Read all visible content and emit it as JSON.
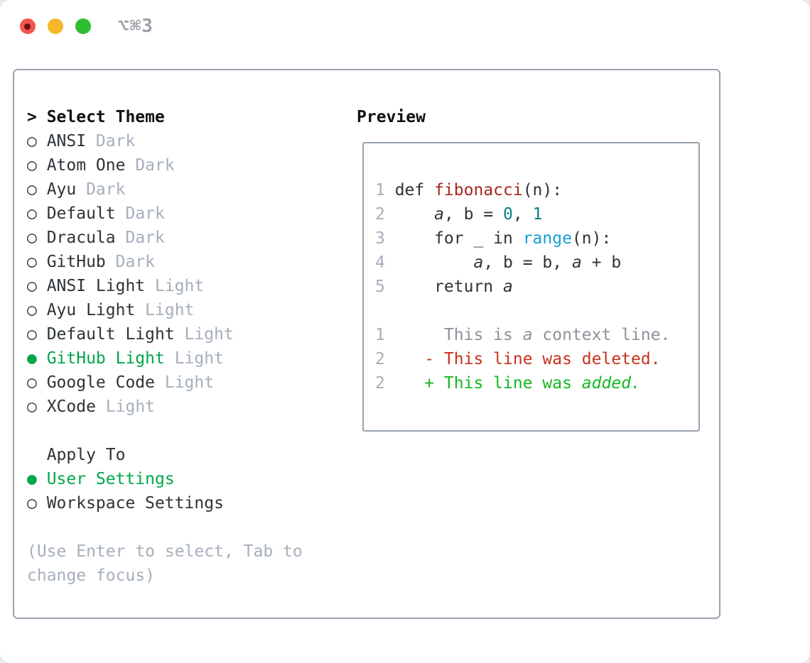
{
  "window": {
    "shortcut": "⌥⌘3"
  },
  "colors": {
    "text": "#2e3338",
    "heading": "#101214",
    "muted": "#a6afbb",
    "context_gray": "#8d939b",
    "border": "#99a3ae",
    "selection_green": "#00a74b",
    "added_green": "#14b822",
    "deleted_red": "#c8321e",
    "function_red": "#a5281f",
    "number_teal": "#0c7f87",
    "builtin_blue": "#169fd7",
    "line_number": "#a6afbb",
    "shortcut_gray": "#9aa1a8",
    "tl_red": "#f4544e",
    "tl_red_dot": "#6d100c",
    "tl_yellow": "#f6b72d",
    "tl_green": "#2fbe33"
  },
  "left": {
    "prompt": ">",
    "header": "Select Theme",
    "themes": [
      {
        "bullet": "○",
        "label": "ANSI",
        "variant": "Dark",
        "selected": false
      },
      {
        "bullet": "○",
        "label": "Atom One",
        "variant": "Dark",
        "selected": false
      },
      {
        "bullet": "○",
        "label": "Ayu",
        "variant": "Dark",
        "selected": false
      },
      {
        "bullet": "○",
        "label": "Default",
        "variant": "Dark",
        "selected": false
      },
      {
        "bullet": "○",
        "label": "Dracula",
        "variant": "Dark",
        "selected": false
      },
      {
        "bullet": "○",
        "label": "GitHub",
        "variant": "Dark",
        "selected": false
      },
      {
        "bullet": "○",
        "label": "ANSI Light",
        "variant": "Light",
        "selected": false
      },
      {
        "bullet": "○",
        "label": "Ayu Light",
        "variant": "Light",
        "selected": false
      },
      {
        "bullet": "○",
        "label": "Default Light",
        "variant": "Light",
        "selected": false
      },
      {
        "bullet": "●",
        "label": "GitHub Light",
        "variant": "Light",
        "selected": true
      },
      {
        "bullet": "○",
        "label": "Google Code",
        "variant": "Light",
        "selected": false
      },
      {
        "bullet": "○",
        "label": "XCode",
        "variant": "Light",
        "selected": false
      }
    ],
    "apply_header": "Apply To",
    "apply_options": [
      {
        "bullet": "●",
        "label": "User Settings",
        "selected": true
      },
      {
        "bullet": "○",
        "label": "Workspace Settings",
        "selected": false
      }
    ],
    "help_line1": "(Use Enter to select, Tab to",
    "help_line2": "change focus)"
  },
  "preview": {
    "title": "Preview",
    "code_lines": [
      {
        "num": "1",
        "segments": [
          {
            "t": "def ",
            "c": "p"
          },
          {
            "t": "fibonacci",
            "c": "fn"
          },
          {
            "t": "(n):",
            "c": "p"
          }
        ]
      },
      {
        "num": "2",
        "segments": [
          {
            "t": "    ",
            "c": "p"
          },
          {
            "t": "a",
            "c": "v"
          },
          {
            "t": ", b = ",
            "c": "p"
          },
          {
            "t": "0",
            "c": "n"
          },
          {
            "t": ", ",
            "c": "p"
          },
          {
            "t": "1",
            "c": "n"
          }
        ]
      },
      {
        "num": "3",
        "segments": [
          {
            "t": "    for _ in ",
            "c": "p"
          },
          {
            "t": "range",
            "c": "b"
          },
          {
            "t": "(n):",
            "c": "p"
          }
        ]
      },
      {
        "num": "4",
        "segments": [
          {
            "t": "        ",
            "c": "p"
          },
          {
            "t": "a",
            "c": "v"
          },
          {
            "t": ", b = b, ",
            "c": "p"
          },
          {
            "t": "a",
            "c": "v"
          },
          {
            "t": " + b",
            "c": "p"
          }
        ]
      },
      {
        "num": "5",
        "segments": [
          {
            "t": "    return ",
            "c": "p"
          },
          {
            "t": "a",
            "c": "v"
          }
        ]
      }
    ],
    "diff_lines": [
      {
        "num": "1",
        "segments": [
          {
            "t": "     This is ",
            "c": "ctx"
          },
          {
            "t": "a",
            "c": "ctxi"
          },
          {
            "t": " context line.",
            "c": "ctx"
          }
        ]
      },
      {
        "num": "2",
        "segments": [
          {
            "t": "   - This line was deleted.",
            "c": "del"
          }
        ]
      },
      {
        "num": "2",
        "segments": [
          {
            "t": "   + This line was ",
            "c": "ins"
          },
          {
            "t": "added.",
            "c": "insi"
          }
        ]
      }
    ]
  }
}
